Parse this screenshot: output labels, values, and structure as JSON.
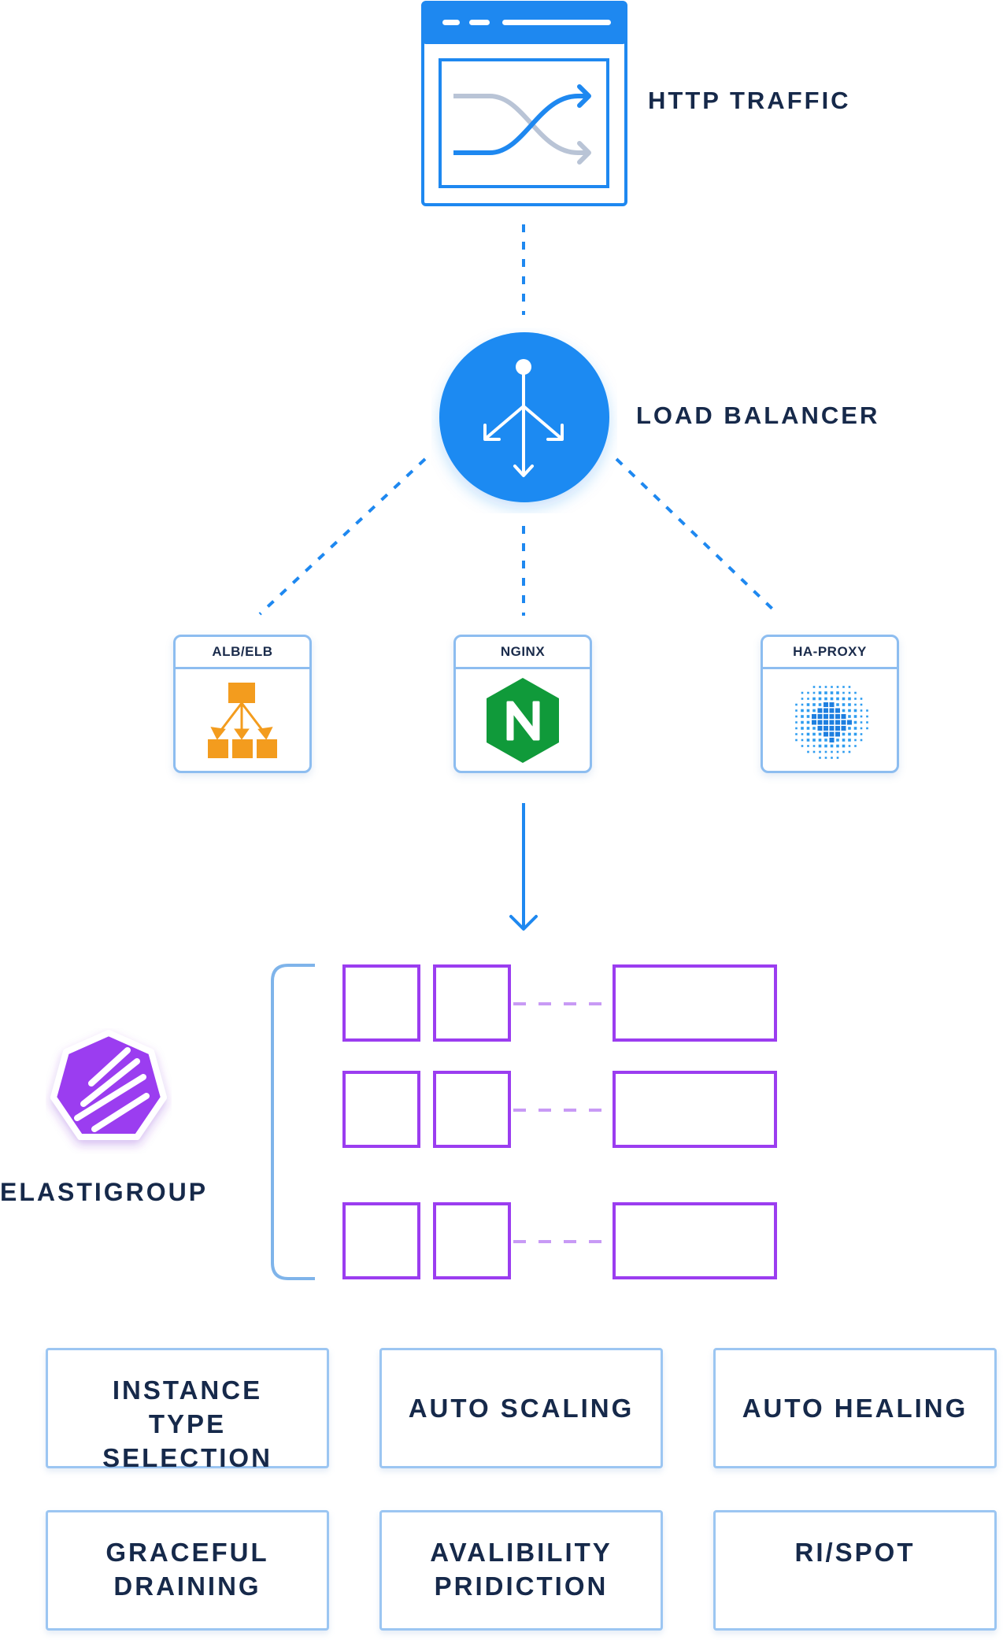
{
  "http_traffic": {
    "label": "HTTP TRAFFIC"
  },
  "load_balancer": {
    "label": "LOAD BALANCER"
  },
  "balancers": [
    {
      "name": "ALB/ELB",
      "logo": "aws-elb-icon",
      "color": "#f39c1e"
    },
    {
      "name": "NGINX",
      "logo": "nginx-icon",
      "color": "#109a3a"
    },
    {
      "name": "HA-PROXY",
      "logo": "haproxy-icon",
      "color": "#1e88e5"
    }
  ],
  "elastigroup": {
    "label": "ELASTIGROUP",
    "color": "#9b3df0"
  },
  "features": [
    {
      "label": "INSTANCE\nTYPE\nSELECTION"
    },
    {
      "label": "AUTO SCALING"
    },
    {
      "label": "AUTO HEALING"
    },
    {
      "label": "GRACEFUL\nDRAINING"
    },
    {
      "label": "AVALIBILITY\nPRIDICTION"
    },
    {
      "label": "RI/SPOT"
    }
  ],
  "colors": {
    "accent": "#1e88f0",
    "border": "#8dbdf0",
    "purple": "#9b3df0",
    "text": "#16294a"
  }
}
